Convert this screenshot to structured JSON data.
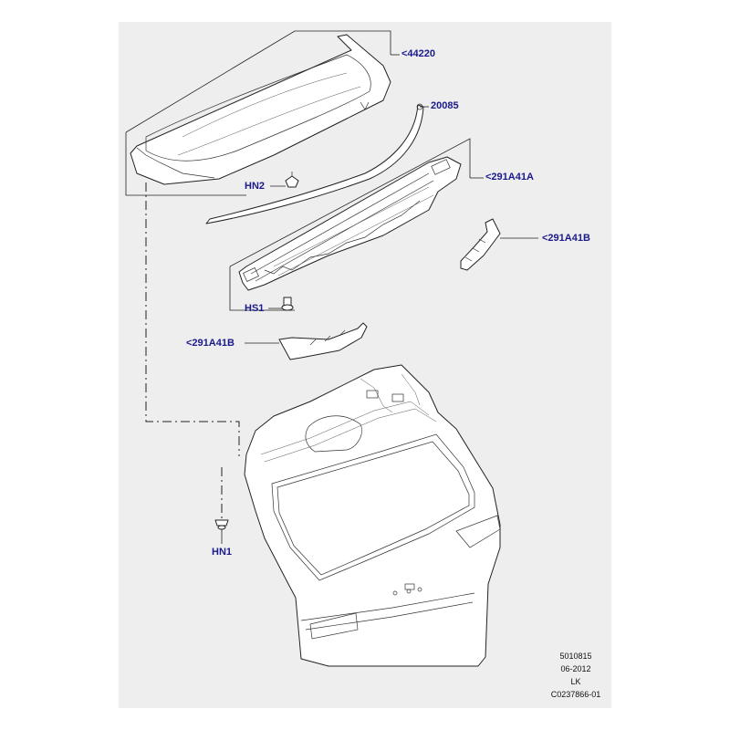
{
  "callouts": {
    "c44220": "<44220",
    "c20085": "20085",
    "c291A41A": "<291A41A",
    "c291A41B_right": "<291A41B",
    "c291A41B_left": "<291A41B",
    "hn2": "HN2",
    "hs1": "HS1",
    "hn1": "HN1"
  },
  "footer": {
    "line1": "5010815",
    "line2": "06-2012",
    "line3": "LK",
    "line4": "C0237866-01"
  },
  "colors": {
    "panel_background": "#eeeeee",
    "callout_text": "#1a1a8c",
    "line_art": "#222222"
  }
}
